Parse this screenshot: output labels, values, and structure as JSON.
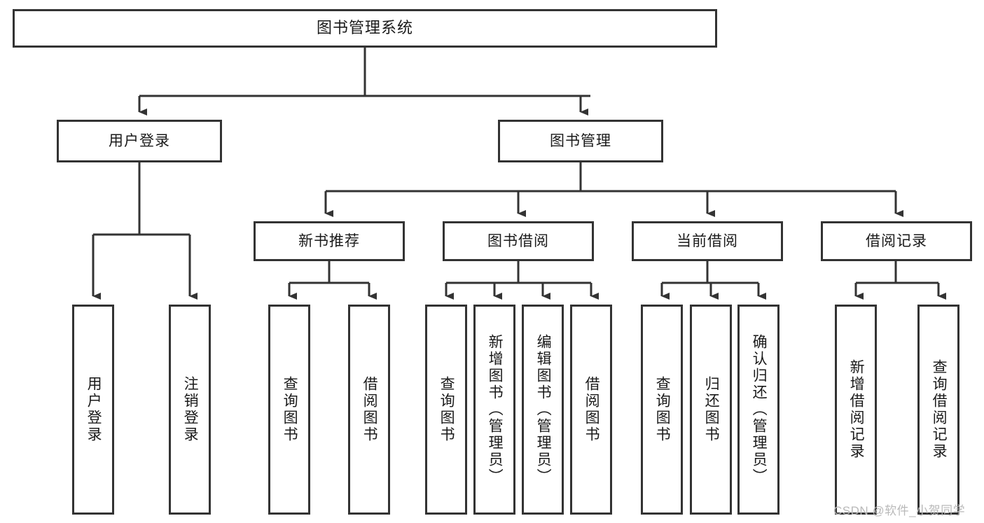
{
  "diagram": {
    "title": "图书管理系统",
    "type": "hierarchy-tree",
    "root": {
      "label": "图书管理系统"
    },
    "level1": [
      {
        "label": "用户登录"
      },
      {
        "label": "图书管理"
      }
    ],
    "level2": [
      {
        "label": "新书推荐"
      },
      {
        "label": "图书借阅"
      },
      {
        "label": "当前借阅"
      },
      {
        "label": "借阅记录"
      }
    ],
    "leaves": {
      "user_login": [
        {
          "label": "用户登录"
        },
        {
          "label": "注销登录"
        }
      ],
      "new_book_recommend": [
        {
          "label": "查询图书"
        },
        {
          "label": "借阅图书"
        }
      ],
      "book_borrow": [
        {
          "label": "查询图书"
        },
        {
          "label": "新增图书（管理员）"
        },
        {
          "label": "编辑图书（管理员）"
        },
        {
          "label": "借阅图书"
        }
      ],
      "current_borrow": [
        {
          "label": "查询图书"
        },
        {
          "label": "归还图书"
        },
        {
          "label": "确认归还（管理员）"
        }
      ],
      "borrow_record": [
        {
          "label": "新增借阅记录"
        },
        {
          "label": "查询借阅记录"
        }
      ]
    }
  },
  "watermark": {
    "text": "CSDN @软件_小贺同学"
  },
  "colors": {
    "stroke": "#333333",
    "box_fill": "#ffffff",
    "text": "#1a1a1a",
    "watermark": "#b9b9b9",
    "background": "#ffffff"
  }
}
